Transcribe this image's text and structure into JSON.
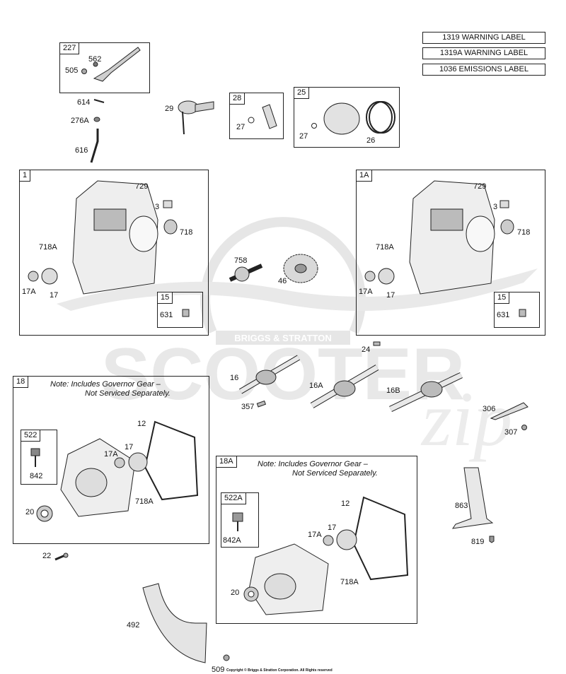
{
  "warning_labels": [
    "1319 WARNING LABEL",
    "1319A WARNING LABEL",
    "1036 EMISSIONS LABEL"
  ],
  "watermark": {
    "line1": "BRIGGS & STRATTON",
    "line2": "SCOOTER",
    "line3": "zip",
    "color": "#e6e6e6"
  },
  "boxes": {
    "b227": {
      "tag": "227"
    },
    "b28": {
      "tag": "28"
    },
    "b25": {
      "tag": "25"
    },
    "b1": {
      "tag": "1"
    },
    "b1A": {
      "tag": "1A"
    },
    "b15a": {
      "tag": "15"
    },
    "b15b": {
      "tag": "15"
    },
    "b18": {
      "tag": "18",
      "note1": "Note:  Includes Governor Gear  –",
      "note2": "Not Serviced Separately."
    },
    "b522": {
      "tag": "522"
    },
    "b18A": {
      "tag": "18A",
      "note1": "Note:  Includes Governor Gear  –",
      "note2": "Not Serviced Separately."
    },
    "b522A": {
      "tag": "522A"
    }
  },
  "labels": {
    "l562": "562",
    "l505": "505",
    "l614": "614",
    "l276A": "276A",
    "l616": "616",
    "l29": "29",
    "l27a": "27",
    "l27b": "27",
    "l26": "26",
    "l729a": "729",
    "l3a": "3",
    "l718a": "718",
    "l718Aa": "718A",
    "l17Aa": "17A",
    "l17a": "17",
    "l631a": "631",
    "l758": "758",
    "l46": "46",
    "l729b": "729",
    "l3b": "3",
    "l718b": "718",
    "l718Ab": "718A",
    "l17Ab": "17A",
    "l17b": "17",
    "l631b": "631",
    "l24": "24",
    "l16": "16",
    "l16A": "16A",
    "l16B": "16B",
    "l357": "357",
    "l306": "306",
    "l307": "307",
    "l12a": "12",
    "l17Ac": "17A",
    "l17c": "17",
    "l842": "842",
    "l718Ac": "718A",
    "l20a": "20",
    "l22": "22",
    "l12b": "12",
    "l17Ad": "17A",
    "l17d": "17",
    "l842A": "842A",
    "l718Ad": "718A",
    "l20b": "20",
    "l863": "863",
    "l819": "819",
    "l492": "492",
    "l509": "509"
  },
  "copyright": "Copyright © Briggs & Stratton Corporation. All Rights reserved"
}
